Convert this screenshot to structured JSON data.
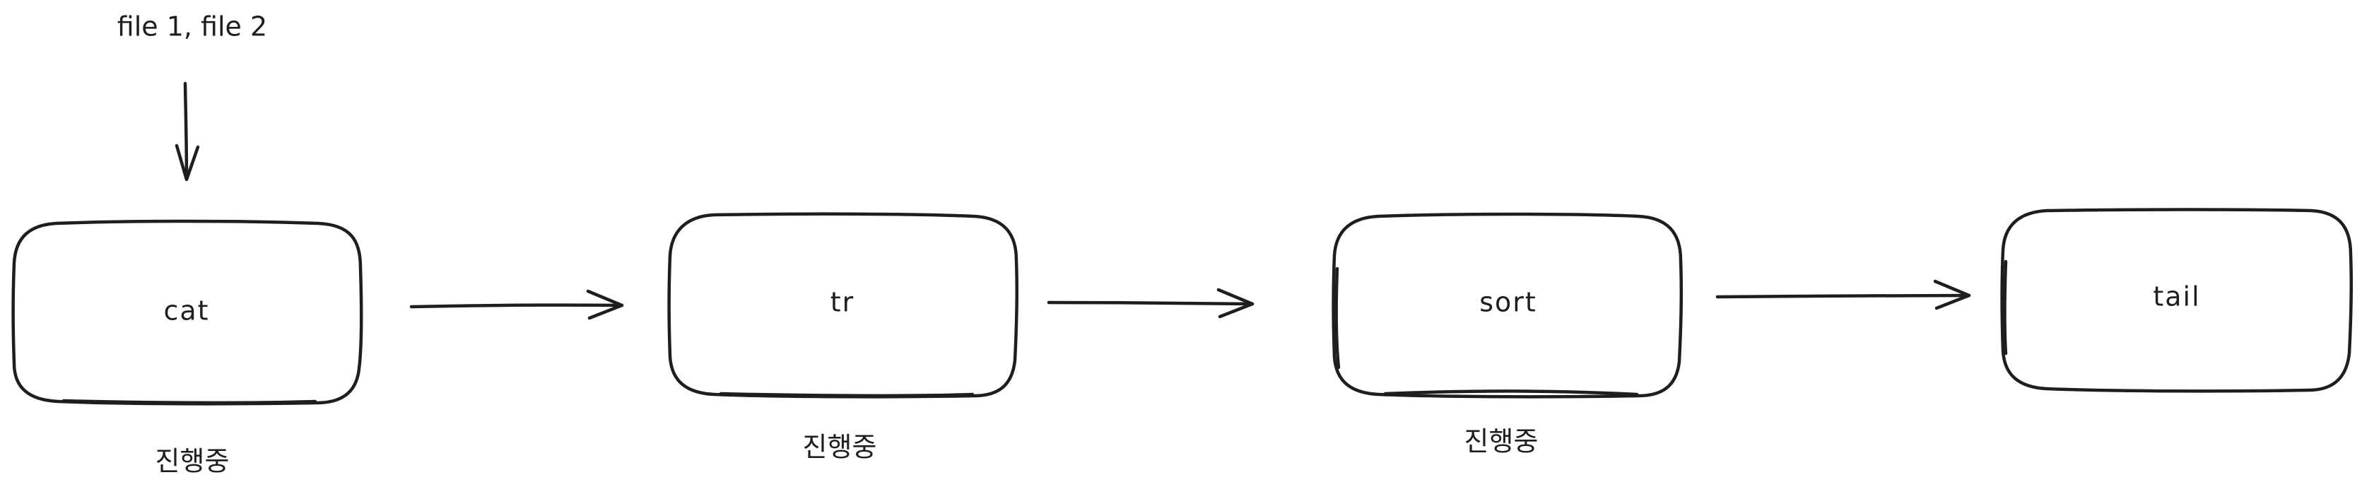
{
  "diagram": {
    "input_label": "file 1, file 2",
    "stages": [
      {
        "label": "cat",
        "status": "진행중"
      },
      {
        "label": "tr",
        "status": "진행중"
      },
      {
        "label": "sort",
        "status": "진행중"
      },
      {
        "label": "tail",
        "status": ""
      }
    ]
  }
}
